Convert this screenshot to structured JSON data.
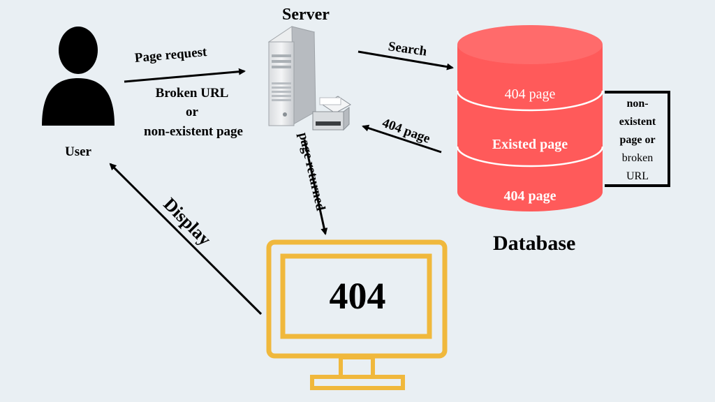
{
  "nodes": {
    "user": "User",
    "server": "Server",
    "database": "Database"
  },
  "edges": {
    "page_request": "Page request",
    "broken_url": "Broken URL",
    "or": "or",
    "non_existent": "non-existent page",
    "search": "Search",
    "db_404_page": "404 page",
    "page_returned": "page returned",
    "display": "Display"
  },
  "database_layers": [
    "404 page",
    "Existed page",
    "404 page"
  ],
  "side_note": [
    "non-",
    "existent",
    "page or",
    "broken",
    "URL"
  ],
  "monitor_text": "404",
  "colors": {
    "background": "#e9eff3",
    "database": "#ff5a5a",
    "database_top": "#ff6b6b",
    "monitor": "#f0b83c",
    "user": "#000000"
  }
}
